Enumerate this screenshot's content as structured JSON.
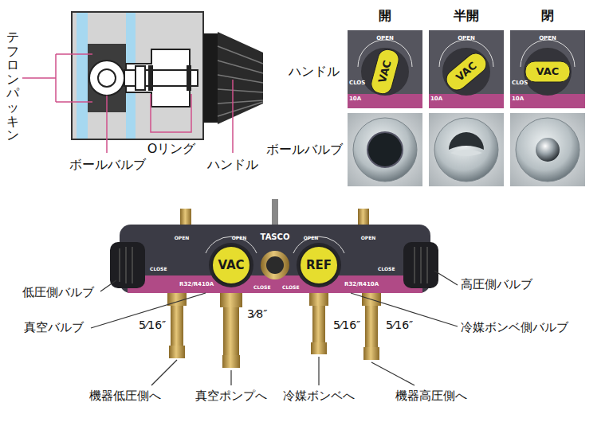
{
  "diagram": {
    "labels": [
      "テフロンパッキン",
      "ボールバルブ",
      "Oリング",
      "ハンドル",
      "開",
      "半開",
      "閉",
      "ハンドル",
      "ボールバルブ",
      "OPEN",
      "CLOS",
      "10A",
      "VAC",
      "OPEN",
      "10A",
      "VAC",
      "OPEN",
      "CLOS",
      "10A",
      "VAC",
      "OPEN",
      "OPEN",
      "TASCO",
      "OPEN",
      "OPEN",
      "CLOSE",
      "CLOSE",
      "CLOSE",
      "CLOSE",
      "VAC",
      "REF",
      "R32/R410A",
      "R32/R410A",
      "低圧側バルブ",
      "真空バルブ",
      "高圧側バルブ",
      "冷媒ボンベ側バルブ",
      "5⁄16″",
      "3⁄8″",
      "5⁄16″",
      "5⁄16″",
      "機器低圧側へ",
      "真空ポンプへ",
      "冷媒ボンベへ",
      "機器高圧側へ"
    ]
  }
}
